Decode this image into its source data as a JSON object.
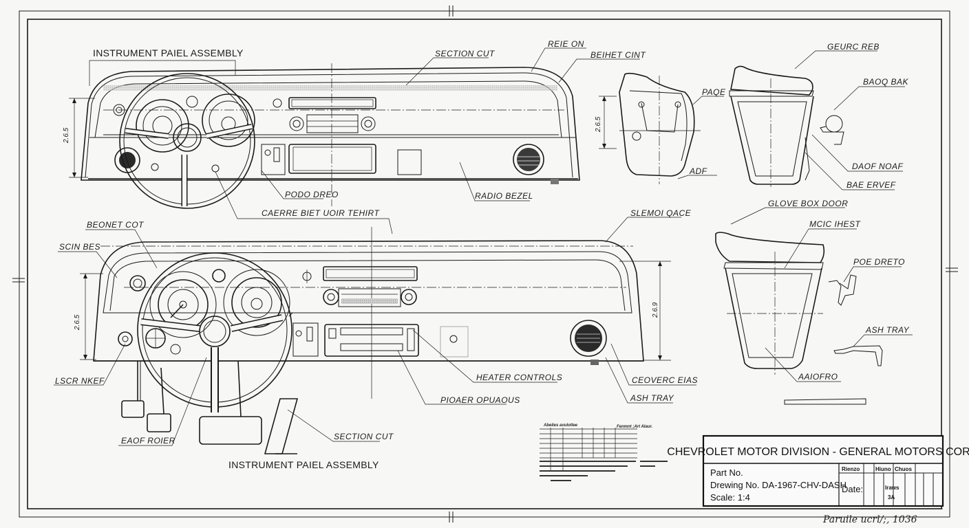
{
  "drawing": {
    "title_top": "INSTRUMENT PAIEL ASSEMBLY",
    "title_bottom": "INSTRUMENT PAIEL ASSEMBLY",
    "top_view_labels": {
      "section_cut": "SECTION CUT",
      "reie_on": "REIE ON",
      "beihet_cint": "BEIHET CINT",
      "podo_dreo": "PODO DREO",
      "radio_bezel": "RADIO BEZEL",
      "caerre": "CAERRE BIET UOIR TEHIRT"
    },
    "bottom_view_labels": {
      "beonet_cot": "BEONET COT",
      "scin_bes": "SCIN BES",
      "slemoi_qace": "SLEMOI QACE",
      "lscr_nkef": "LSCR NKEF",
      "eaof_roier": "EAOF ROIER",
      "heater_controls": "HEATER CONTROLS",
      "pioaer_opuaous": "PIOAER OPUAOUS",
      "ceoverc_eias": "CEOVERC EIAS",
      "ash_tray": "ASH TRAY",
      "section_cut": "SECTION CUT"
    },
    "detail_labels": {
      "paqe": "PAQE",
      "adf": "ADF",
      "geurc_reb": "GEURC REB",
      "baoq_bak": "BAOQ BAK",
      "daof_noaf": "DAOF NOAF",
      "bae_ervef": "BAE ERVEF",
      "glove_box_door": "GLOVE BOX DOOR",
      "mcic_ihest": "MCIC IHEST",
      "poe_dreto": "POE DRETO",
      "ash_tray": "ASH TRAY",
      "aaiofro": "AAIOFRO"
    },
    "dimensions": {
      "top_left": "2.6.5",
      "detail_left": "2.6.5",
      "bottom_left": "2.6.5",
      "bottom_right": "2.6.9"
    },
    "notes_table": {
      "header_left": "Abelies avulotlee",
      "header_right": "Fenmnt ;Art Alaur."
    }
  },
  "title_block": {
    "company": "CHEVROLET MOTOR DIVISION - GENERAL MOTORS CORP.",
    "part_no_label": "Part No.",
    "drawing_no": "Drewing No. DA-1967-CHV-DASH",
    "scale": "Scale: 1:4",
    "date_label": "Date:",
    "col_headers": [
      "Rienzo",
      "Hiuno",
      "Chuos"
    ],
    "cell_note": "Iraws",
    "cell_note2": "3A",
    "signature": "Paruile  ucrl/;, 1036"
  }
}
